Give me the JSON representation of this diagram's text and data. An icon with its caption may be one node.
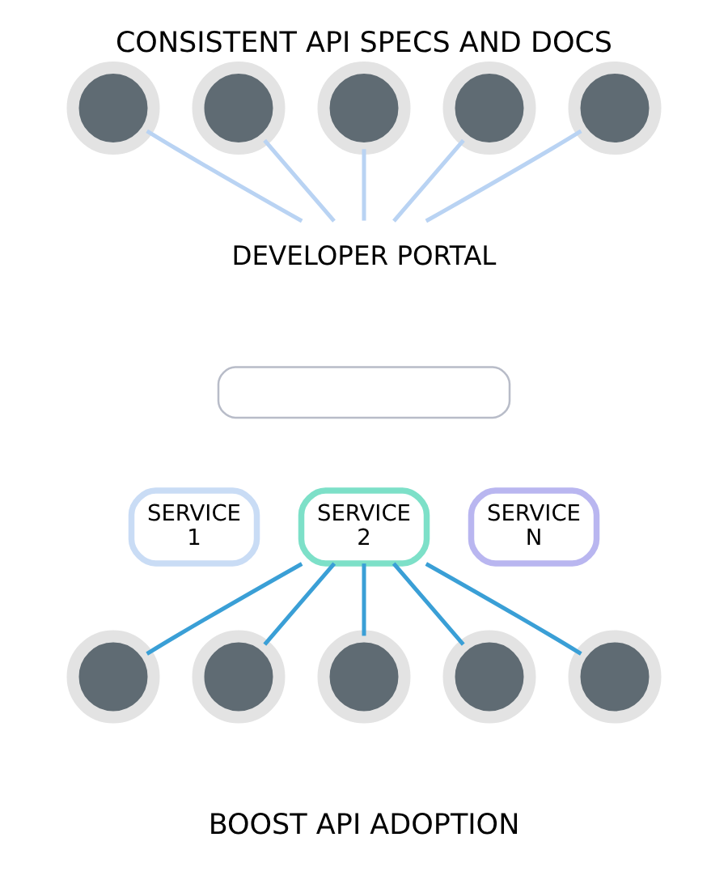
{
  "diagram": {
    "title": "CONSISTENT API SPECS AND DOCS",
    "caption": "BOOST API ADOPTION",
    "nodes": [
      {
        "text": [],
        "shape": "person"
      },
      {
        "text": [],
        "shape": "person"
      },
      {
        "text": [],
        "shape": "person"
      },
      {
        "text": [],
        "shape": "person"
      },
      {
        "text": [],
        "shape": "person"
      },
      {
        "text": [
          "DEVELOPER PORTAL"
        ]
      },
      {
        "text": [],
        "shape": "box"
      },
      {
        "text": [
          "SERVICE",
          "1"
        ]
      },
      {
        "text": [
          "SERVICE",
          "2"
        ]
      },
      {
        "text": [
          "SERVICE",
          "N"
        ]
      },
      {
        "text": [],
        "shape": "person"
      },
      {
        "text": [],
        "shape": "person"
      },
      {
        "text": [],
        "shape": "person"
      },
      {
        "text": [],
        "shape": "person"
      },
      {
        "text": [],
        "shape": "person"
      }
    ],
    "edges": [
      {
        "from": 0,
        "to": 5,
        "arrow": "none"
      },
      {
        "from": 1,
        "to": 5,
        "arrow": "none"
      },
      {
        "from": 2,
        "to": 5,
        "arrow": "none"
      },
      {
        "from": 3,
        "to": 5,
        "arrow": "none"
      },
      {
        "from": 4,
        "to": 5,
        "arrow": "none"
      },
      {
        "from": 8,
        "to": 10,
        "arrow": "none",
        "color": "#3a9fd6"
      },
      {
        "from": 8,
        "to": 11,
        "arrow": "none",
        "color": "#3a9fd6"
      },
      {
        "from": 8,
        "to": 12,
        "arrow": "none",
        "color": "#3a9fd6"
      },
      {
        "from": 8,
        "to": 13,
        "arrow": "none",
        "color": "#3a9fd6"
      },
      {
        "from": 8,
        "to": 14,
        "arrow": "none",
        "color": "#3a9fd6"
      }
    ]
  }
}
